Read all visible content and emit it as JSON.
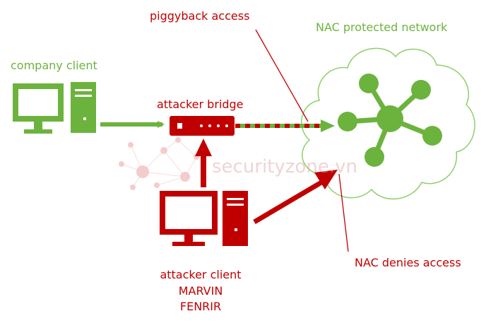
{
  "labels": {
    "piggyback_access": "piggyback access",
    "nac_network": "NAC protected network",
    "company_client": "company client",
    "attacker_bridge": "attacker bridge",
    "nac_denies": "NAC denies access",
    "attacker_client": [
      "attacker client",
      "MARVIN",
      "FENRIR"
    ]
  },
  "watermark": "securityzone.vn",
  "icons": {
    "company_client": "desktop-computer-icon",
    "attacker_client": "desktop-computer-icon",
    "attacker_bridge": "network-switch-icon",
    "network": "hub-network-icon",
    "cloud": "cloud-icon"
  },
  "colors": {
    "company": "#6cb33e",
    "attacker": "#c00000",
    "network": "#6cb33e",
    "cloud_outline": "#8fce6b"
  }
}
